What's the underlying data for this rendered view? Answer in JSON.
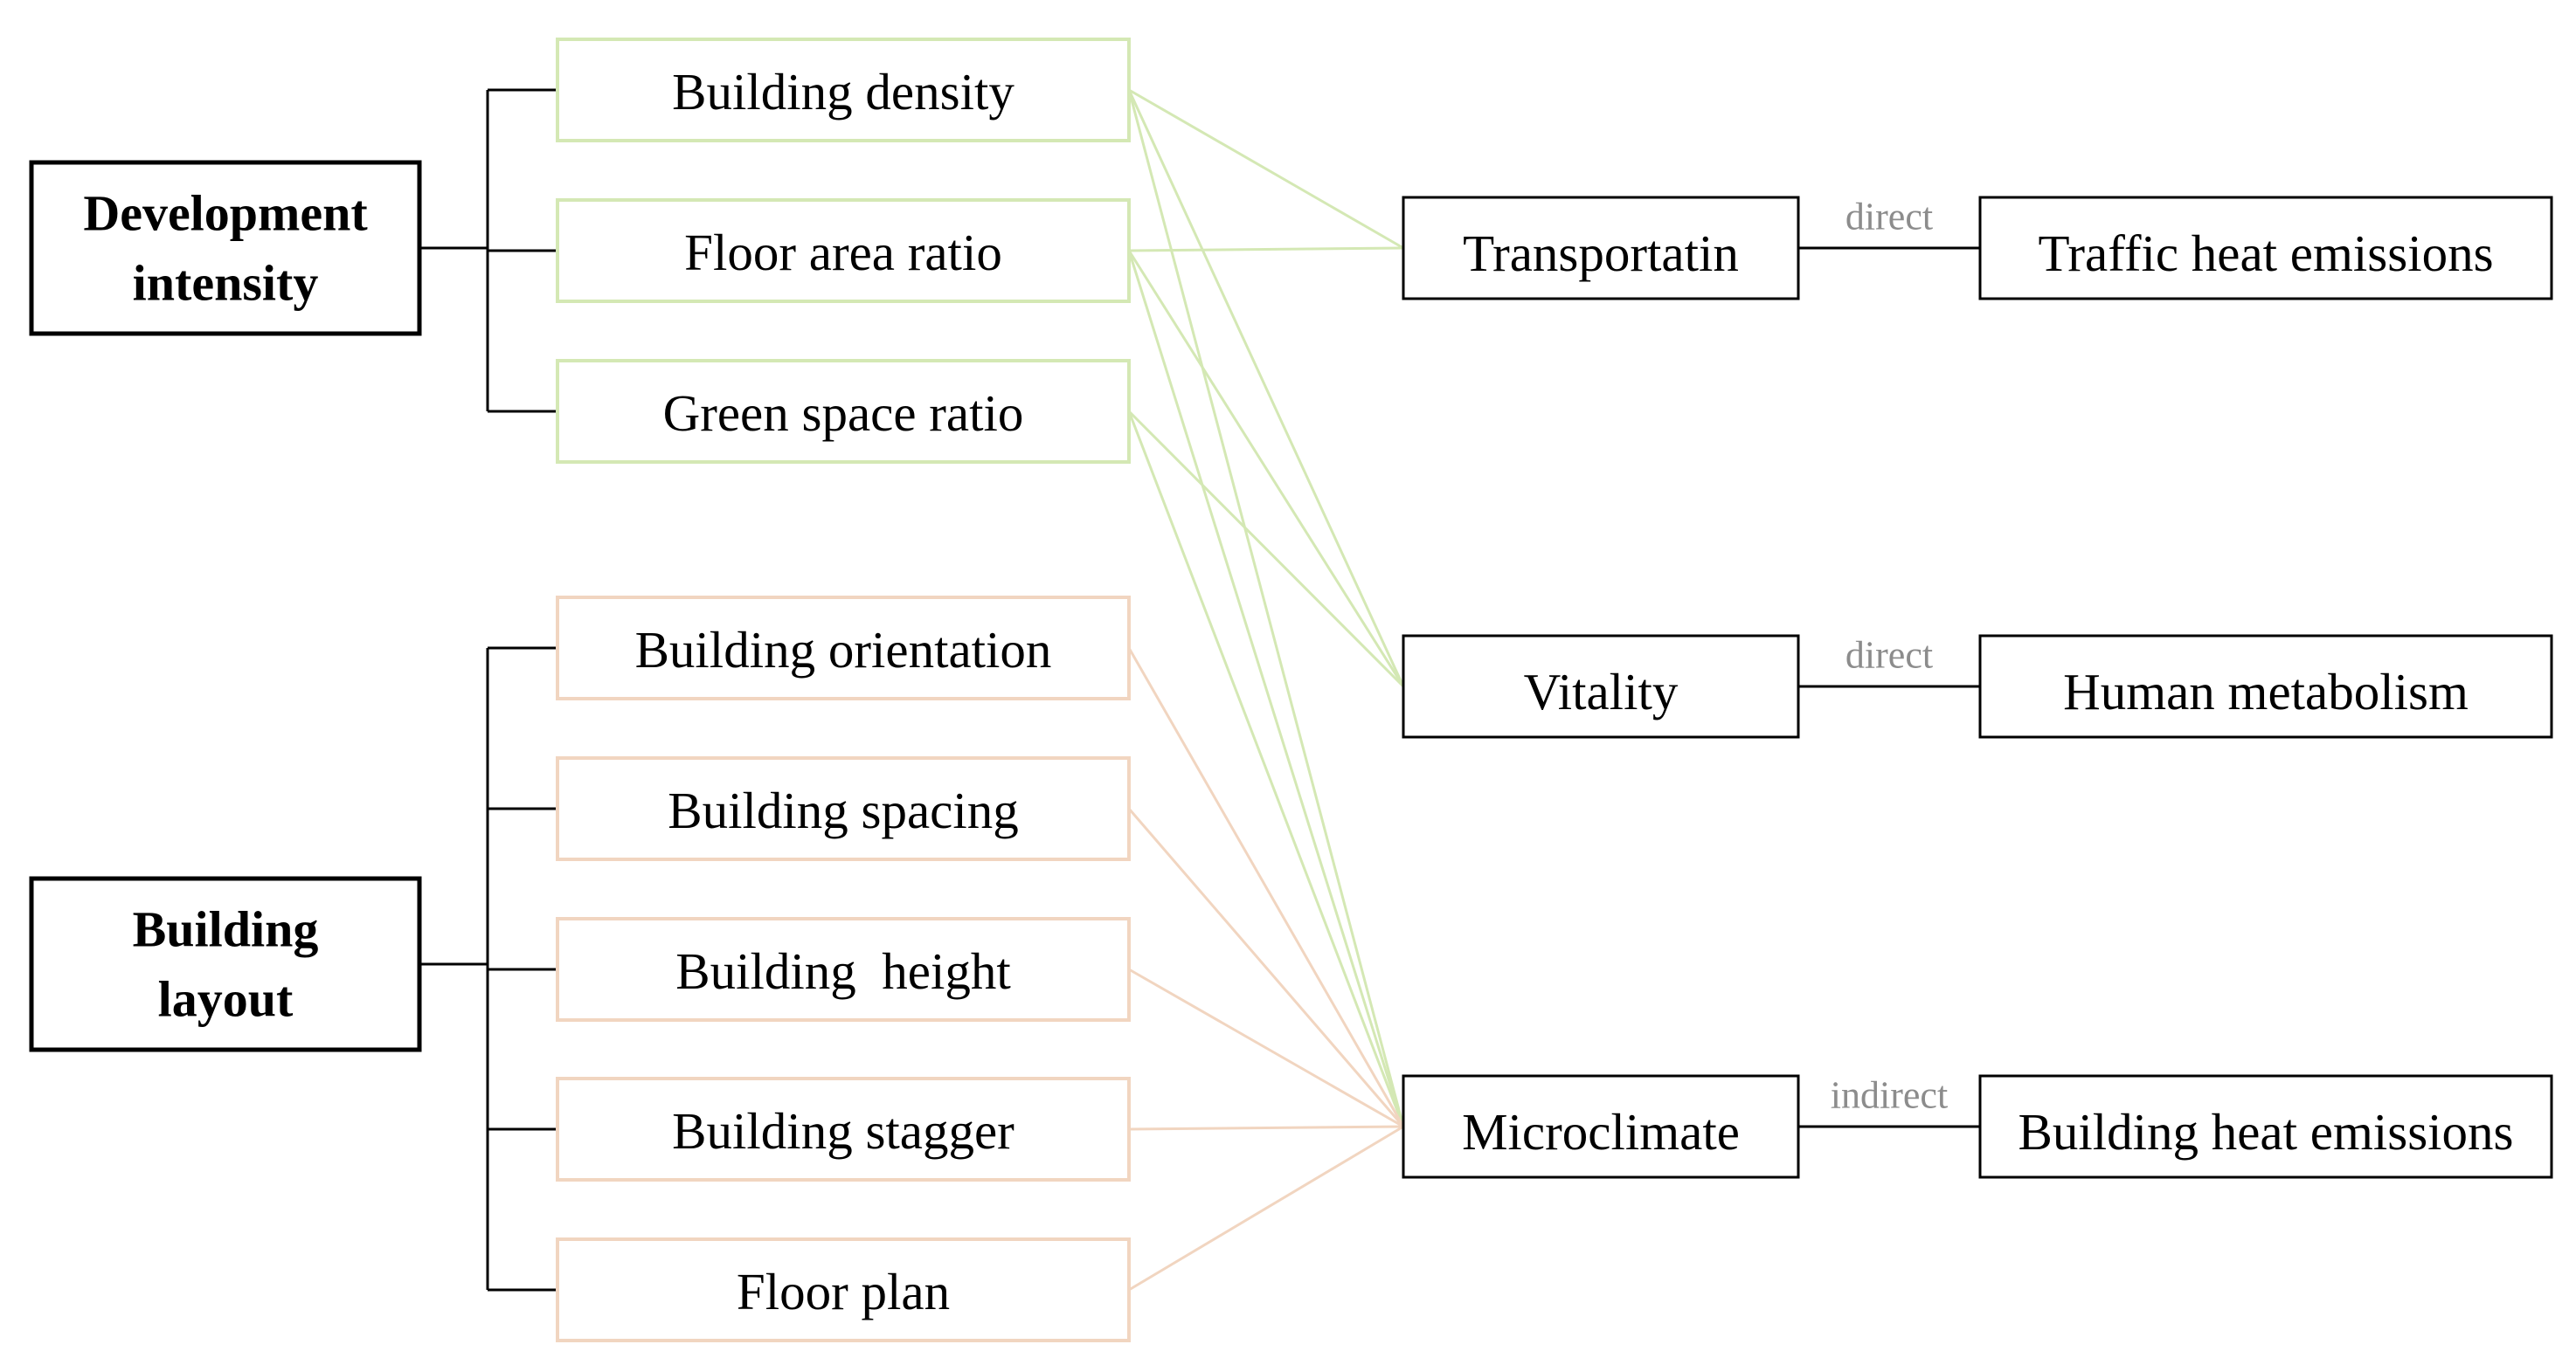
{
  "colors": {
    "intensity": "#d4e8b4",
    "layout": "#f1d5c0",
    "text": "#000000",
    "relation": "#8c8c8c"
  },
  "categories": [
    {
      "id": "intensity",
      "label_lines": [
        "Development",
        "intensity"
      ]
    },
    {
      "id": "layout",
      "label_lines": [
        "Building",
        "layout"
      ]
    }
  ],
  "factors": [
    {
      "id": "density",
      "label": "Building density",
      "category": "intensity"
    },
    {
      "id": "far",
      "label": "Floor area ratio",
      "category": "intensity"
    },
    {
      "id": "green",
      "label": "Green space ratio",
      "category": "intensity"
    },
    {
      "id": "orientation",
      "label": "Building orientation",
      "category": "layout"
    },
    {
      "id": "spacing",
      "label": "Building spacing",
      "category": "layout"
    },
    {
      "id": "height",
      "label": "Building  height",
      "category": "layout"
    },
    {
      "id": "stagger",
      "label": "Building stagger",
      "category": "layout"
    },
    {
      "id": "plan",
      "label": "Floor plan",
      "category": "layout"
    }
  ],
  "mediators": [
    {
      "id": "transport",
      "label": "Transportatin"
    },
    {
      "id": "vitality",
      "label": "Vitality"
    },
    {
      "id": "micro",
      "label": "Microclimate"
    }
  ],
  "outcomes": [
    {
      "id": "traffic",
      "label": "Traffic heat emissions",
      "mediator": "transport",
      "relation": "direct"
    },
    {
      "id": "human",
      "label": "Human metabolism",
      "mediator": "vitality",
      "relation": "direct"
    },
    {
      "id": "building",
      "label": "Building heat emissions",
      "mediator": "micro",
      "relation": "indirect"
    }
  ],
  "links": [
    {
      "from": "density",
      "to": "transport"
    },
    {
      "from": "density",
      "to": "vitality"
    },
    {
      "from": "density",
      "to": "micro"
    },
    {
      "from": "far",
      "to": "transport"
    },
    {
      "from": "far",
      "to": "vitality"
    },
    {
      "from": "far",
      "to": "micro"
    },
    {
      "from": "green",
      "to": "vitality"
    },
    {
      "from": "green",
      "to": "micro"
    },
    {
      "from": "orientation",
      "to": "micro"
    },
    {
      "from": "spacing",
      "to": "micro"
    },
    {
      "from": "height",
      "to": "micro"
    },
    {
      "from": "stagger",
      "to": "micro"
    },
    {
      "from": "plan",
      "to": "micro"
    }
  ]
}
